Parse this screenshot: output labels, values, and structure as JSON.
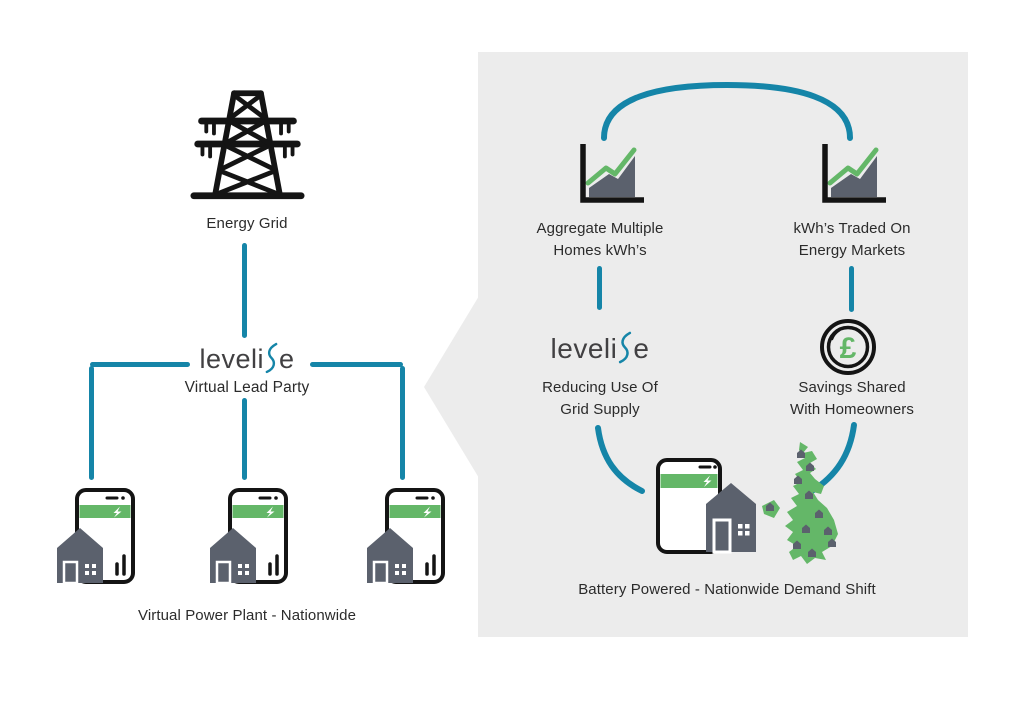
{
  "colors": {
    "accent_blue": "#1585a8",
    "accent_green": "#64b768",
    "slate_gray": "#5b616d",
    "panel_gray": "#ececec",
    "ink_black": "#141414"
  },
  "left_diagram": {
    "energy_grid_label": "Energy Grid",
    "logo": {
      "pre": "leveli",
      "post": "e"
    },
    "virtual_lead_party_label": "Virtual Lead Party",
    "caption": "Virtual Power Plant - Nationwide"
  },
  "right_panel": {
    "aggregate": {
      "line1": "Aggregate Multiple",
      "line2": "Homes kWh’s"
    },
    "traded": {
      "line1": "kWh’s Traded On",
      "line2": "Energy Markets"
    },
    "logo": {
      "pre": "leveli",
      "post": "e"
    },
    "reducing": {
      "line1": "Reducing Use Of",
      "line2": "Grid Supply"
    },
    "savings": {
      "line1": "Savings Shared",
      "line2": "With Homeowners"
    },
    "pound_symbol": "£",
    "caption": "Battery Powered - Nationwide Demand Shift"
  }
}
